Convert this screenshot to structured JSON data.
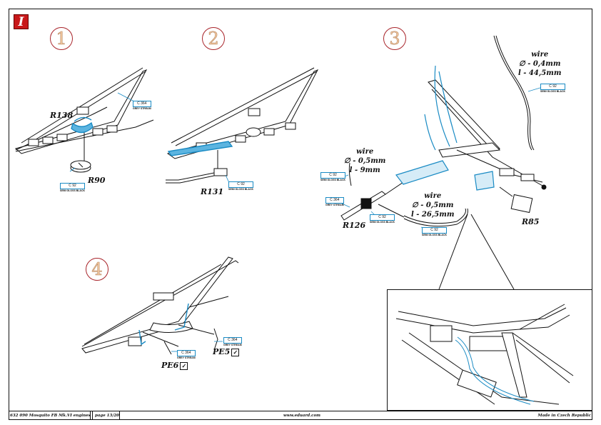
{
  "section_badge": "I",
  "steps": [
    "1",
    "2",
    "3",
    "4"
  ],
  "parts": {
    "r138": "R138",
    "r90": "R90",
    "r131": "R131",
    "r126": "R126",
    "r85": "R85",
    "pe5": "PE5",
    "pe6": "PE6",
    "check_mark": "✓"
  },
  "paints": {
    "c364": {
      "code": "C 364",
      "name": "GREY STREAM"
    },
    "c92": {
      "code": "C 92",
      "name": "SEMI GLOSS BLACK"
    }
  },
  "wires": [
    {
      "label": "wire",
      "diameter": "∅ - 0,4mm",
      "length": "l - 44,5mm"
    },
    {
      "label": "wire",
      "diameter": "∅ - 0,5mm",
      "length": "l - 9mm"
    },
    {
      "label": "wire",
      "diameter": "∅ - 0,5mm",
      "length": "l - 26,5mm"
    }
  ],
  "footer": {
    "product": "632 090  Mosquito FB Mk.VI engines",
    "page": "page 13/20",
    "website": "www.eduard.com",
    "made_in": "Made in Czech Republic"
  },
  "colors": {
    "accent_blue": "#1a8bc4",
    "badge_red": "#c8181a",
    "step_circle": "#a8242a",
    "step_digit": "#f2c8a0"
  }
}
